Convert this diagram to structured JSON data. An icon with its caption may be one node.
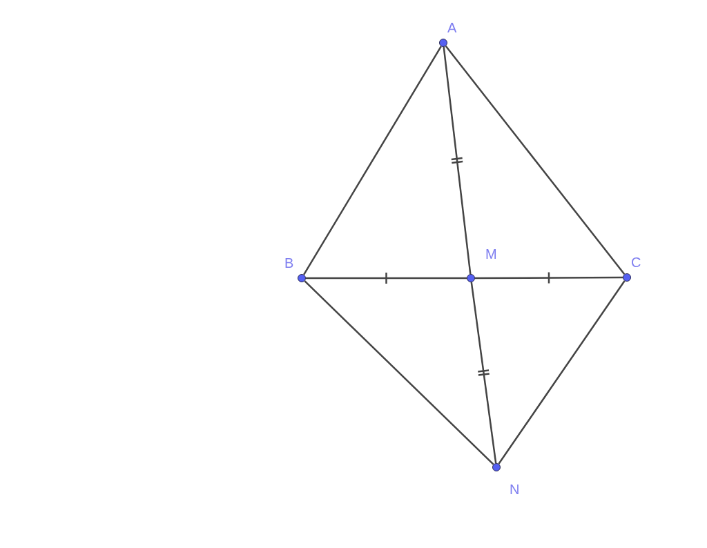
{
  "diagram": {
    "nodes": [
      {
        "text": [
          "A"
        ]
      },
      {
        "text": [
          "B"
        ]
      },
      {
        "text": [
          "M"
        ]
      },
      {
        "text": [
          "C"
        ]
      },
      {
        "text": [
          "N"
        ]
      }
    ],
    "edges": [
      {
        "from": 0,
        "to": 1,
        "arrow": "none"
      },
      {
        "from": 0,
        "to": 3,
        "arrow": "none"
      },
      {
        "from": 0,
        "to": 2,
        "arrow": "none"
      },
      {
        "from": 1,
        "to": 2,
        "arrow": "none"
      },
      {
        "from": 2,
        "to": 3,
        "arrow": "none"
      },
      {
        "from": 2,
        "to": 4,
        "arrow": "none"
      },
      {
        "from": 1,
        "to": 4,
        "arrow": "none"
      },
      {
        "from": 3,
        "to": 4,
        "arrow": "none"
      }
    ]
  }
}
